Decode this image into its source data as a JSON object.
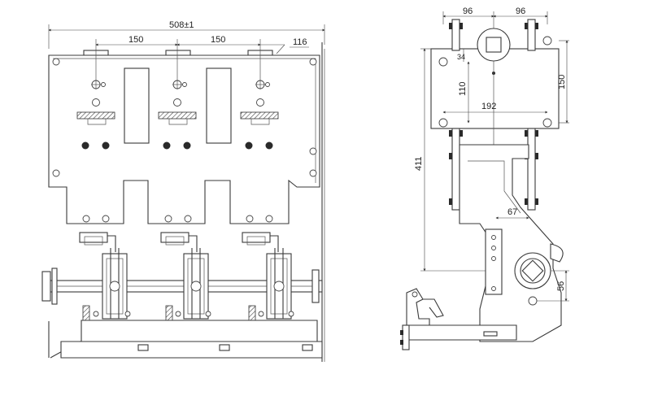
{
  "colors": {
    "line": "#3a3a3a",
    "background": "#ffffff"
  },
  "front_view": {
    "dims": {
      "overall_width": "508±1",
      "pole_spacing_1": "150",
      "pole_spacing_2": "150",
      "edge_offset": "116"
    }
  },
  "side_view": {
    "dims": {
      "top_left": "96",
      "top_right": "96",
      "offset_small": "34",
      "height_inner": "110",
      "height_outer": "150",
      "width_mid": "192",
      "overall_height": "411",
      "shaft_offset": "67",
      "bottom_height": "56"
    }
  }
}
